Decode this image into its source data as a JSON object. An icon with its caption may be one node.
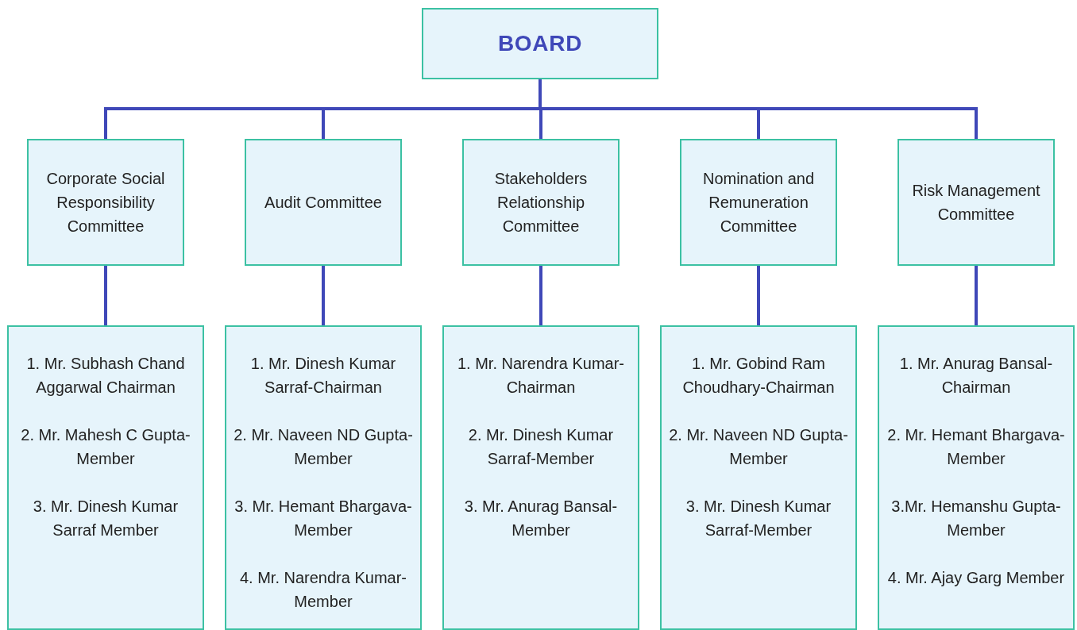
{
  "diagram": {
    "nodes": [
      {
        "text": [
          "BOARD"
        ]
      },
      {
        "text": [
          "Corporate Social Responsibility Committee"
        ]
      },
      {
        "text": [
          "Audit Committee"
        ]
      },
      {
        "text": [
          "Stakeholders Relationship Committee"
        ]
      },
      {
        "text": [
          "Nomination and Remuneration Committee"
        ]
      },
      {
        "text": [
          "Risk Management Committee"
        ]
      },
      {
        "text": [
          "1. Mr. Subhash Chand Aggarwal Chairman",
          "2. Mr. Mahesh C Gupta-Member",
          "3. Mr. Dinesh Kumar Sarraf Member"
        ]
      },
      {
        "text": [
          "1. Mr. Dinesh Kumar Sarraf-Chairman",
          "2. Mr. Naveen ND Gupta-Member",
          "3. Mr. Hemant Bhargava-Member",
          "4. Mr. Narendra Kumar-Member"
        ]
      },
      {
        "text": [
          "1. Mr. Narendra Kumar-Chairman",
          "2. Mr. Dinesh Kumar Sarraf-Member",
          "3. Mr. Anurag Bansal-Member"
        ]
      },
      {
        "text": [
          "1. Mr. Gobind Ram Choudhary-Chairman",
          "2. Mr. Naveen ND Gupta-Member",
          "3. Mr. Dinesh Kumar Sarraf-Member"
        ]
      },
      {
        "text": [
          "1. Mr. Anurag Bansal-Chairman",
          "2. Mr. Hemant Bhargava-Member",
          "3.Mr. Hemanshu Gupta-Member",
          "4. Mr. Ajay Garg Member"
        ]
      }
    ],
    "edges": [
      {
        "from": 0,
        "to": 1,
        "arrow": "none"
      },
      {
        "from": 0,
        "to": 2,
        "arrow": "none"
      },
      {
        "from": 0,
        "to": 3,
        "arrow": "none"
      },
      {
        "from": 0,
        "to": 4,
        "arrow": "none"
      },
      {
        "from": 0,
        "to": 5,
        "arrow": "none"
      },
      {
        "from": 1,
        "to": 6,
        "arrow": "none"
      },
      {
        "from": 2,
        "to": 7,
        "arrow": "none"
      },
      {
        "from": 3,
        "to": 8,
        "arrow": "none"
      },
      {
        "from": 4,
        "to": 9,
        "arrow": "none"
      },
      {
        "from": 5,
        "to": 10,
        "arrow": "none"
      }
    ]
  }
}
